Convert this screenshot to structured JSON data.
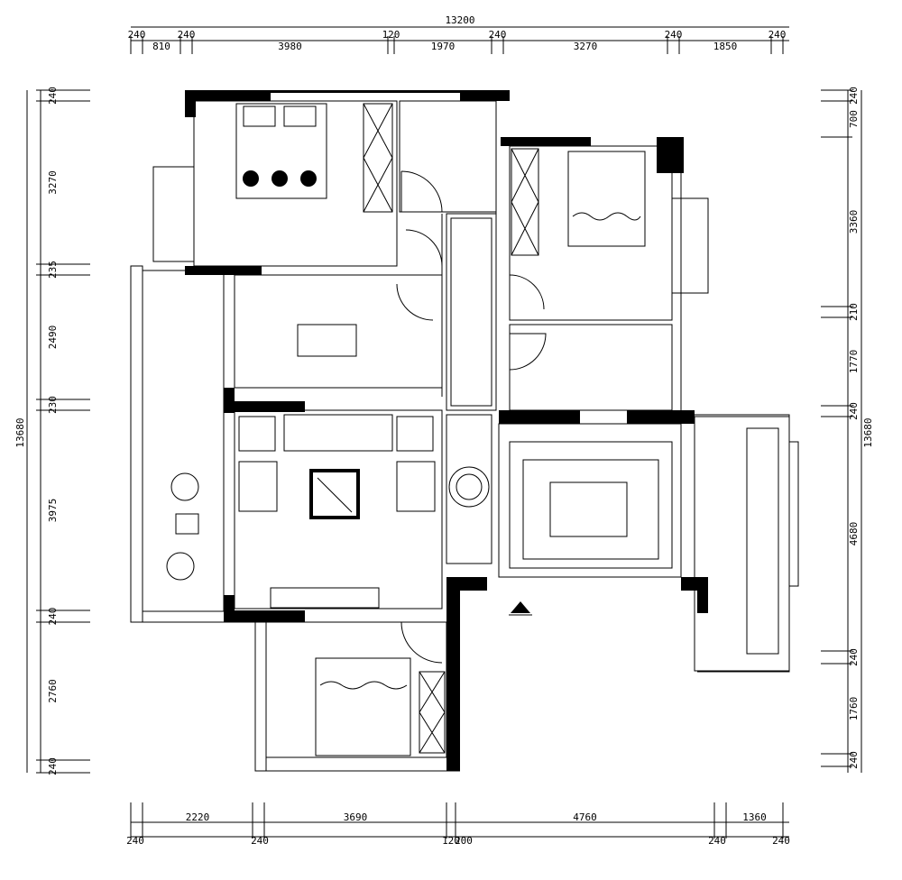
{
  "dimensions": {
    "top_total": "13200",
    "top": [
      "240",
      "810",
      "240",
      "3980",
      "120",
      "1970",
      "240",
      "3270",
      "240",
      "1850",
      "240"
    ],
    "left_total": "13680",
    "left": [
      "240",
      "3270",
      "235",
      "2490",
      "230",
      "3975",
      "240",
      "2760",
      "240"
    ],
    "right_total": "13680",
    "right": [
      "240",
      "700",
      "3360",
      "210",
      "1770",
      "240",
      "4680",
      "240",
      "1760",
      "240"
    ],
    "bottom_upper": [
      "2220",
      "3690",
      "4760",
      "1360"
    ],
    "bottom_lower": [
      "240",
      "240",
      "120",
      "200",
      "240",
      "240"
    ]
  },
  "icons": {
    "entrance": "entrance-triangle-icon"
  }
}
